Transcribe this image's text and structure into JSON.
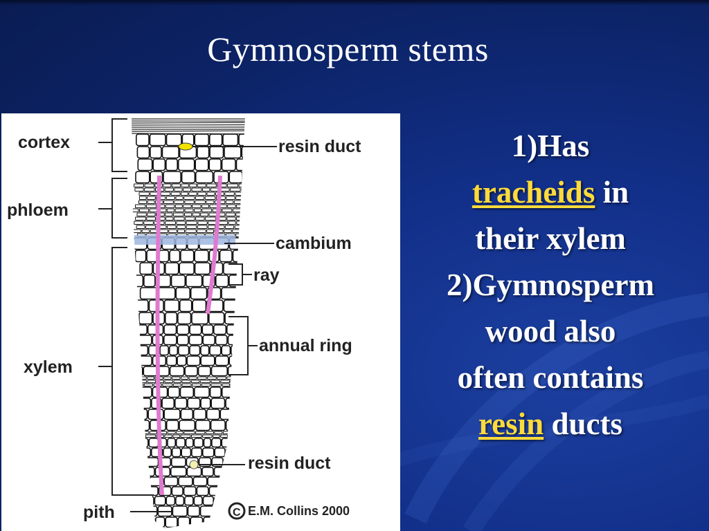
{
  "slide": {
    "title": "Gymnosperm stems"
  },
  "diagram": {
    "labels": {
      "cortex": "cortex",
      "phloem": "phloem",
      "xylem": "xylem",
      "pith": "pith",
      "resin_duct_top": "resin duct",
      "cambium": "cambium",
      "ray": "ray",
      "annual_ring": "annual ring",
      "resin_duct_bottom": "resin duct",
      "credit": "E.M. Collins 2000"
    },
    "colors": {
      "ray_pink": "#e07ad0",
      "cambium_blue": "#9fb6e0",
      "resin_yellow": "#f2e200"
    }
  },
  "points": {
    "p1_prefix": "1)Has",
    "p1_highlight": "tracheids",
    "p1_after": "in",
    "p1_line3": "their xylem",
    "p2_prefix": "2)Gymnosperm",
    "p2_line2": "wood also",
    "p2_line3": "often contains",
    "p2_highlight": "resin",
    "p2_after": "ducts",
    "highlight_color": "#ffdb3a"
  }
}
